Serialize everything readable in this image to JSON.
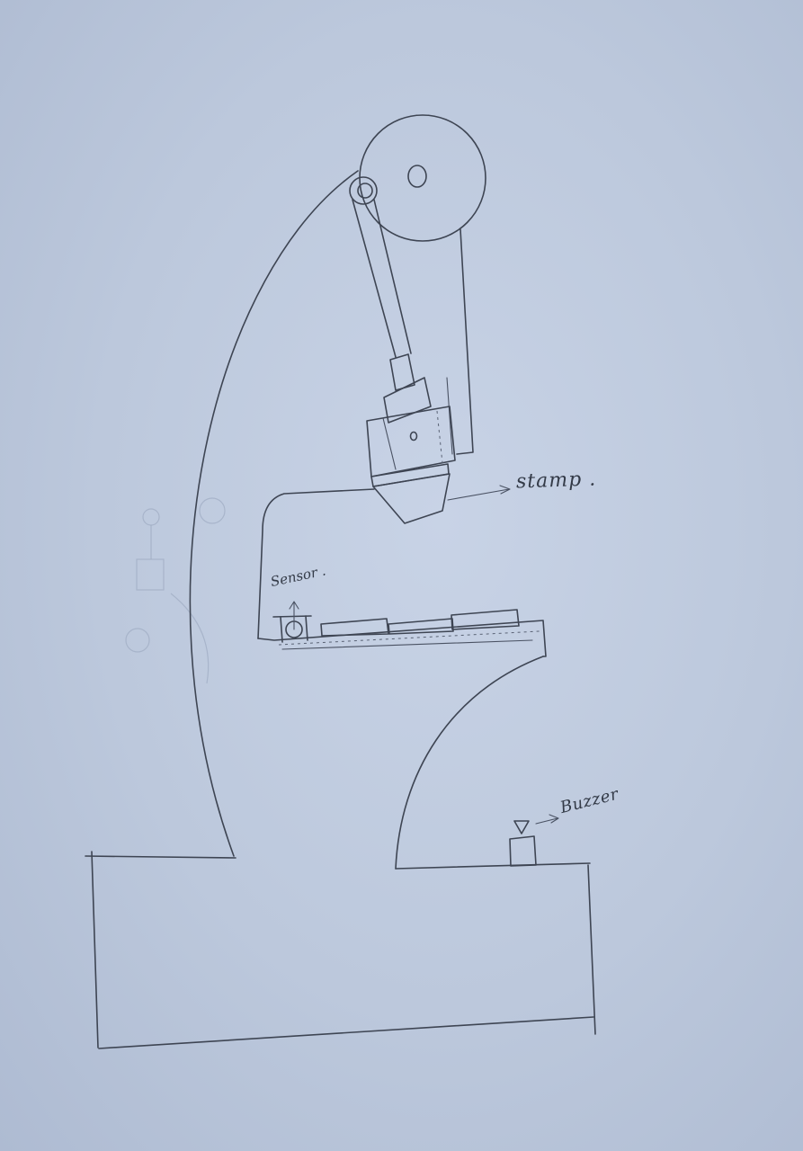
{
  "labels": {
    "stamp": "stamp .",
    "sensor": "Sensor .",
    "buzzer": "Buzzer"
  },
  "colors": {
    "paper": "#c0cbdf",
    "pencil": "#3e4553"
  }
}
